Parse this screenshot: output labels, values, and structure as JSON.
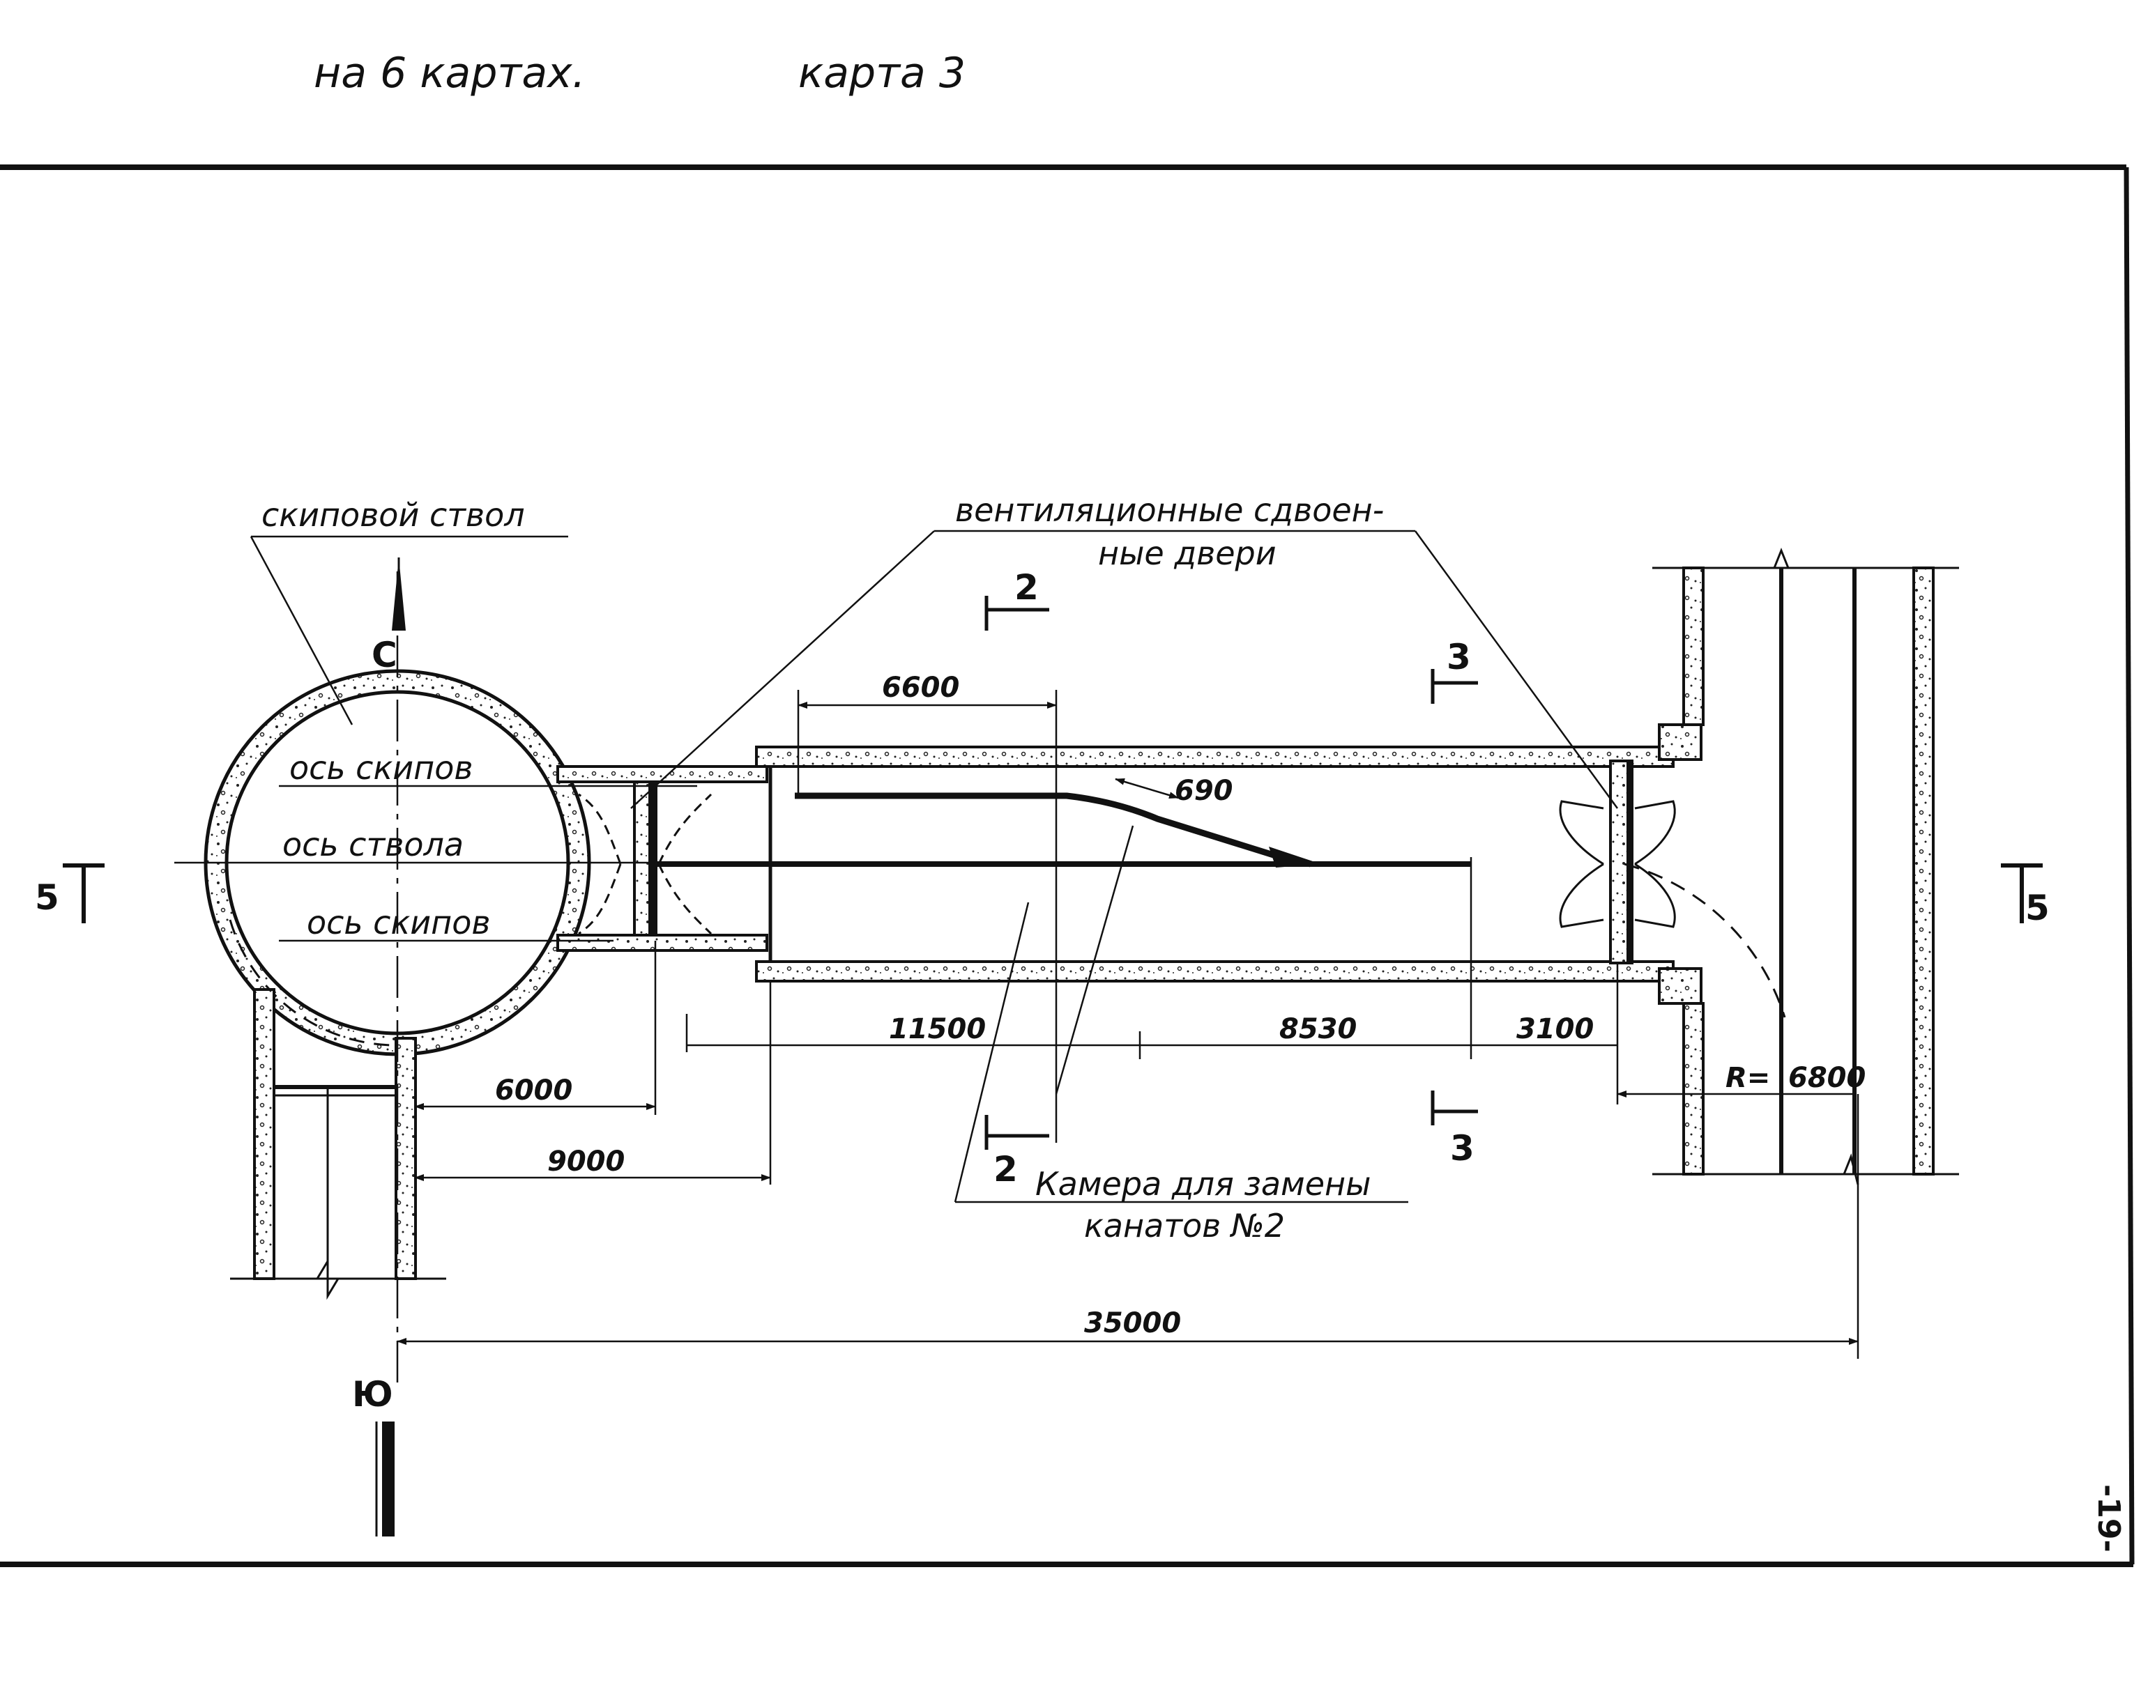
{
  "header": {
    "left": "на 6 картах.",
    "right": "карта 3"
  },
  "page_number": "-19-",
  "labels": {
    "skip_shaft": "скиповой ствол",
    "vent_doors_line1": "вентиляционные сдвоен-",
    "vent_doors_line2": "ные двери",
    "skip_axis_top": "ось скипов",
    "shaft_axis": "ось ствола",
    "skip_axis_bottom": "ось скипов",
    "chamber_line1": "Камера для замены",
    "chamber_line2": "канатов №2",
    "north": "С",
    "south": "Ю",
    "radius": "R="
  },
  "sections": {
    "s5_left": "5",
    "s5_right": "5",
    "s2_top": "2",
    "s2_bottom": "2",
    "s3_top": "3",
    "s3_bottom": "3"
  },
  "dimensions": {
    "d6600": "6600",
    "d690": "690",
    "d11500": "11500",
    "d8530": "8530",
    "d3100": "3100",
    "d6000": "6000",
    "d9000": "9000",
    "d6800": "6800",
    "d35000": "35000"
  }
}
